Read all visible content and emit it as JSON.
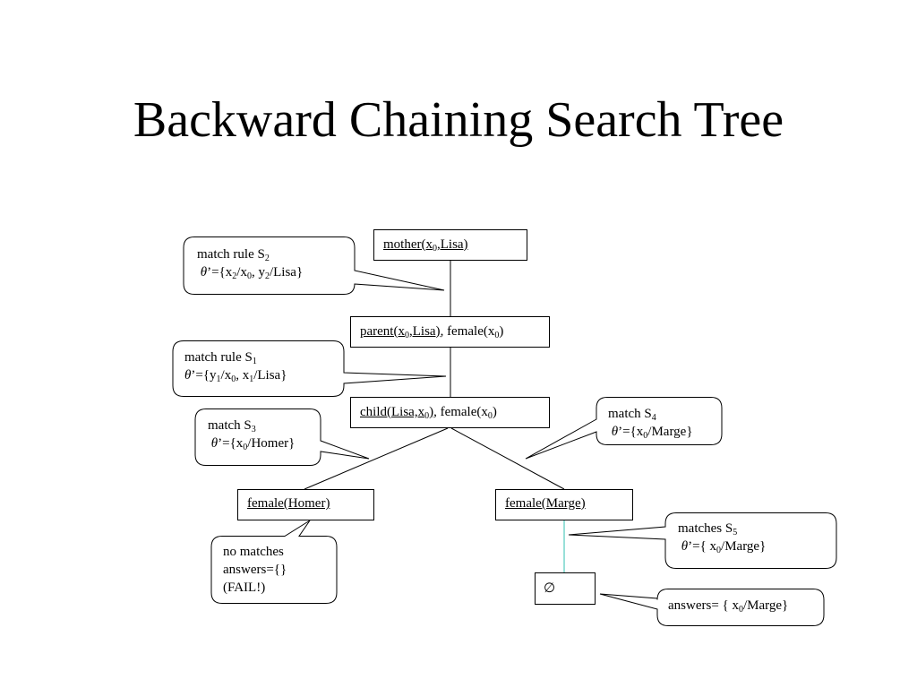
{
  "slide": {
    "title": "Backward Chaining Search Tree"
  },
  "symbols": {
    "theta": "θ",
    "prime": "’",
    "empty_set": "∅"
  },
  "nodes": {
    "mother": {
      "pred": "mother(x",
      "sub": "0",
      "rest": ",Lisa)"
    },
    "parent": {
      "goal1_a": "parent(x",
      "goal1_sub": "0",
      "goal1_b": ",Lisa)",
      "goal2_a": ", female(x",
      "goal2_sub": "0",
      "goal2_b": ")"
    },
    "child": {
      "goal1_a": "child(Lisa,x",
      "goal1_sub": "0",
      "goal1_b": ")",
      "goal2_a": ", female(x",
      "goal2_sub": "0",
      "goal2_b": ")"
    },
    "homer": {
      "text": "female(Homer)"
    },
    "marge": {
      "text": "female(Marge)"
    },
    "empty": {
      "text": "∅"
    }
  },
  "callouts": {
    "s2": {
      "l1_a": "match rule S",
      "l1_sub": "2",
      "l2_pre": "=",
      "l2_a": "{x",
      "s1": "2",
      "l2_b": "/x",
      "s2": "0",
      "l2_c": ", y",
      "s3": "2",
      "l2_d": "/Lisa}"
    },
    "s1": {
      "l1_a": "match rule S",
      "l1_sub": "1",
      "l2_pre": "=",
      "l2_a": "{y",
      "s1": "1",
      "l2_b": "/x",
      "s2": "0",
      "l2_c": ", x",
      "s3": "1",
      "l2_d": "/Lisa}"
    },
    "s3": {
      "l1_a": "match S",
      "l1_sub": "3",
      "l2_pre": "=",
      "l2_a": "{x",
      "s1": "0",
      "l2_b": "/Homer}"
    },
    "s4": {
      "l1_a": "match S",
      "l1_sub": "4",
      "l2_pre": "=",
      "l2_a": "{x",
      "s1": "0",
      "l2_b": "/Marge}"
    },
    "s5": {
      "l1_a": "matches S",
      "l1_sub": "5",
      "l2_pre": "=",
      "l2_a": "{ x",
      "s1": "0",
      "l2_b": "/Marge}"
    },
    "fail": {
      "line1": "no matches",
      "line2": "answers={}",
      "line3": "(FAIL!)"
    },
    "answer": {
      "a": "answers= { x",
      "sub": "0",
      "b": "/Marge}"
    }
  },
  "colors": {
    "fail_edge": "#30c0b0",
    "stroke": "#000000"
  }
}
